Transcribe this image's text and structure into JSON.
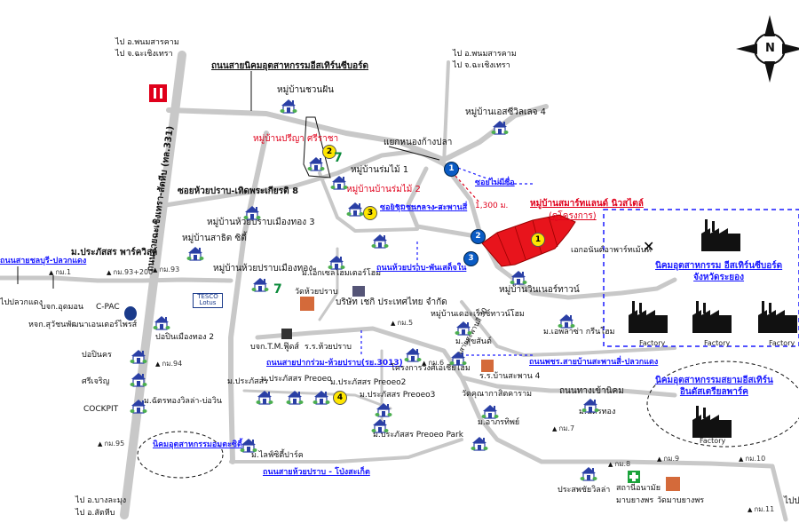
{
  "labels": {
    "to_phanom_left": "ไป อ.พนมสารคาม",
    "to_chachoengsao_left": "ไป จ.ฉะเชิงเทรา",
    "to_phanom_right": "ไป อ.พนมสารคาม",
    "to_chachoengsao_right": "ไป จ.ฉะเชิงเทรา",
    "eastern_seaboard_road": "ถนนสายนิคมอุตสาหกรรมอีสเทิร์นซีบอร์ด",
    "ban_suan_phan": "หมู่บ้านชวนฝัน",
    "ban_esville4": "หมู่บ้านเอสซีวิลเลจ 4",
    "ban_preeya": "หมู่บ้านปรีญา ศรีราชา",
    "yaek_nong_kang_pla": "แยกหนองก้างปลา",
    "ban_rommai1": "หมู่บ้านร่มไม้ 1",
    "ban_rommai2": "หมู่บ้านบ้านร่มไม้ 2",
    "soi_mai_mi_chue": "ซอยไม่มีชื่อ",
    "soi_huai_prap": "ซอยห้วยปราบ-เทิดพระเกียรติ 8",
    "ban_huai_prap_muang_thong3": "หมู่บ้านห้วยปราบเมืองทอง 3",
    "soi_chumchon": "ซอยชุมชนกลาง-สะพานสี่",
    "distance": "1,300 ม.",
    "project_line1": "หมู่บ้านสมาร์ทแลนด์ นิวสไตล์",
    "project_line2": "(ดูโครงการ)",
    "ban_satit_city": "หมู่บ้านสาธิต ซิตี้",
    "ban_huai_prap_muang_thong": "หมู่บ้านห้วยปราบเมืองทอง",
    "rayong_highway": "ถนนสายฉะเชิงเทรา-สัตหีบ (ทล.331)",
    "to_pluak_daeng": "ถนนสายชลบุรี-ปลวกแดง",
    "m_prapassorn_pv": "ม.ประภัสสร พาร์ควิลล์",
    "km1": "กม.1",
    "km93_200": "กม.93+200",
    "km93": "กม.93",
    "to_pluak_daeng_bottom": "ไปปลวกแดง",
    "bjk_oudom": "บจก.อุดมอน",
    "cpac": "C-PAC",
    "ptt_sign": "หจก.สุวัชนพัฒนาเอนเตอร์ไพรส์",
    "tesco": "TESCO Lotus",
    "m_asian_home": "ม.เอ็กเซลโฮมเตอร์โฮม",
    "wat_huai_prap": "วัดห้วยปราบ",
    "ban_pinn_muang_thong2": "ปอปินเมืองทอง 2",
    "bjk_tm_food": "บจก.T.M.ฟู๊ดส์",
    "school_huai_prap": "ร.ร.ห้วยปราบ",
    "road_huai_prap_phun": "ถนนห้วยปราบ-พันเสด็จใน",
    "bjk_checkthai": "บริษัท เชกิ ประเทศไทย จำกัด",
    "ban_winner_town": "หมู่บ้านวินเนอร์ทาวน์",
    "ecocity_sign": "เอกอนันต์อาพาร์ทเม้นท์",
    "m_esplaza": "ม.เอพลาซ่า กรีนโฮม",
    "ban_lake_city": "หมู่บ้านเดอะเร็กซ์ทาวน์โฮม",
    "m_sukhsan": "ม. สุขสันต์",
    "km5": "กม.5",
    "km6": "กม.6",
    "road_313": "ถนนสายปากร่วม-ห้วยปราบ(รย.3013)",
    "road_pluak_daeng_lower": "ถนนพชร.สายบ้านสะพานสี่-ปลวกแดง",
    "pin_nakhon": "ปอปินคร",
    "sri_charoen": "ศรีเจริญ",
    "km94": "กม.94",
    "m_prapassorn": "ม.ประภัสสร",
    "m_prapassorn_preoeo": "ม.ประภัสสร Preoeo",
    "m_prapassorn_preoeo2": "ม.ประภัสสร Preoeo2",
    "m_prapassorn_preoeo3": "ม.ประภัสสร Preoeo3",
    "m_prapassorn_park": "ม.ประภัสสร Preoeo Park",
    "cockpit": "COCKPIT",
    "m_chatthong": "ม.ฉัตรทองวิลล่า-บ่อวิน",
    "km95": "กม.95",
    "bo_win_ind": "นิคมอุตสาหกรรมอมตะซิตี้",
    "m_lifeville": "ม.ไลฟ์ซิตี้ปาร์ค",
    "road_huai_prap_pong": "ถนนสายห้วยปราบ - โป่งสะเก็ต",
    "kangkarn_saparn": "โครงการวงศ์เอเชียโฮม",
    "ban_saparn4": "ร.ร.บ้านสะพาน 4",
    "ban_saparn_si_30": "ถนนสายสะพานสี่ 30",
    "wat_kao_nakorn": "วัดคุณากาสิตคาราม",
    "m_athip": "ม.อาภรทิพย์",
    "road_to_nikom": "ถนนทางเข้านิคม",
    "m_chattong2": "ม.ฉัตรทอง",
    "km7": "กม.7",
    "km8": "กม.8",
    "km9": "กม.9",
    "km10": "กม.10",
    "km11": "กม.11",
    "eastern_seaboard_ind_l1": "นิคมอุตสาหกรรม อีสเทิร์นซีบอร์ด",
    "eastern_seaboard_ind_l2": "จังหวัดระยอง",
    "siam_eastern_l1": "นิคมอุตสาหกรรมสยามอีสเทิร์น",
    "siam_eastern_l2": "อินดัสเตรียลพาร์ค",
    "factory": "Factory",
    "prasop_villa": "ประสพชัยวิลล่า",
    "health_center": "สถานีอนามัย",
    "health_center_2": "มาบยางพร",
    "wat_map_yang_phon": "วัดมาบยางพร",
    "to_bang_lamung": "ไป อ.บางละมุง",
    "to_sattahip": "ไป อ.สัตหีบ",
    "to_pluak_right": "ไปปล",
    "north": "N"
  },
  "points": {
    "blue": [
      "1",
      "2",
      "3"
    ],
    "yellow": [
      "1",
      "2",
      "3",
      "4"
    ]
  },
  "colors": {
    "project_red": "#e8141c",
    "road_gray": "#c8c8c8",
    "accent_blue": "#1a1aff",
    "label_red": "#e0001b"
  }
}
